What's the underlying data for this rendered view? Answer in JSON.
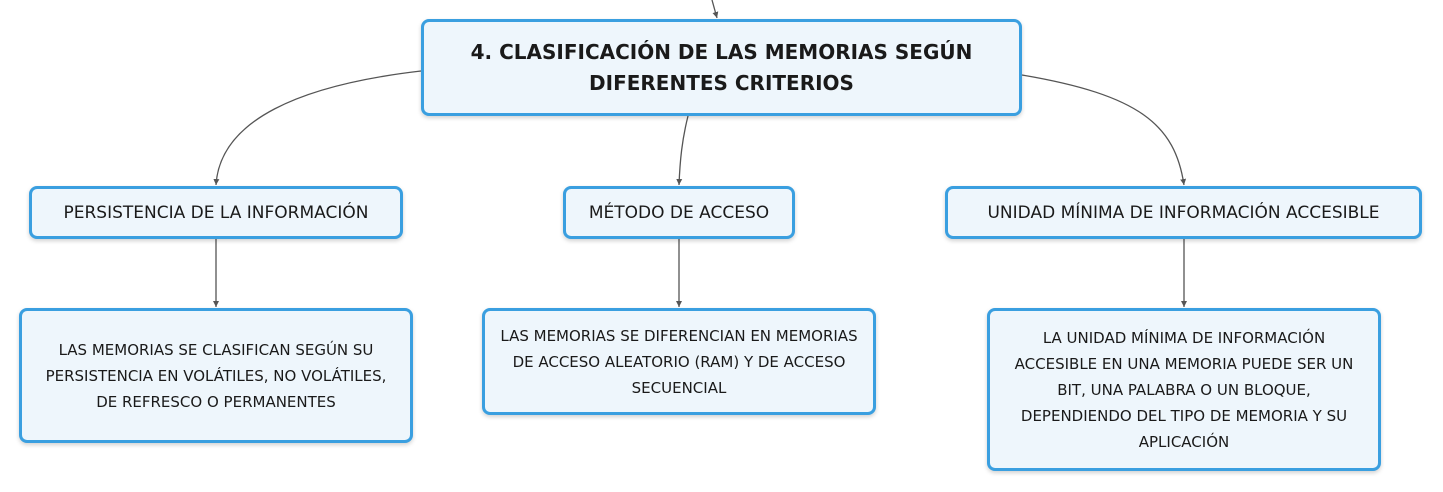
{
  "root": {
    "label": "4. CLASIFICACIÓN DE LAS MEMORIAS SEGÚN DIFERENTES CRITERIOS"
  },
  "branches": [
    {
      "label": "PERSISTENCIA DE LA INFORMACIÓN",
      "detail": "LAS MEMORIAS SE CLASIFICAN SEGÚN SU PERSISTENCIA EN VOLÁTILES, NO VOLÁTILES, DE REFRESCO O PERMANENTES"
    },
    {
      "label": "MÉTODO DE ACCESO",
      "detail": "LAS MEMORIAS SE DIFERENCIAN EN MEMORIAS DE ACCESO ALEATORIO (RAM) Y DE ACCESO SECUENCIAL"
    },
    {
      "label": "UNIDAD MÍNIMA DE INFORMACIÓN ACCESIBLE",
      "detail": "LA UNIDAD MÍNIMA DE INFORMACIÓN ACCESIBLE EN UNA MEMORIA PUEDE SER UN BIT, UNA PALABRA O UN BLOQUE, DEPENDIENDO DEL TIPO DE MEMORIA Y SU APLICACIÓN"
    }
  ],
  "colors": {
    "node_border": "#3a9fe0",
    "node_fill": "#eef6fc",
    "connector": "#555555"
  }
}
